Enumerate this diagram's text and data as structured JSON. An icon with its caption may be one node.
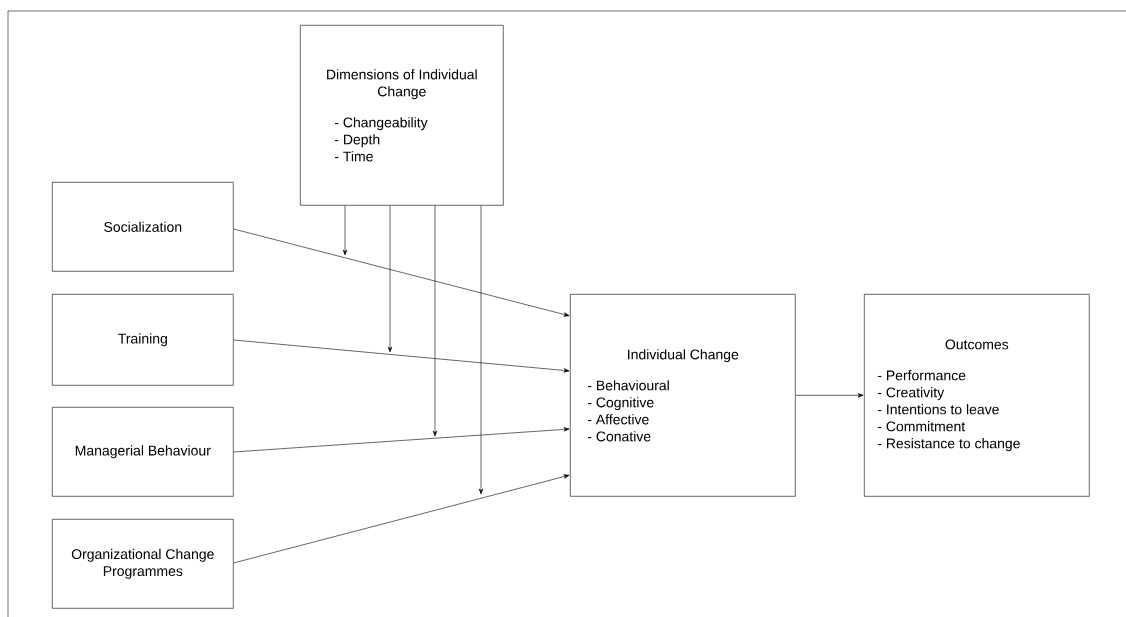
{
  "diagram": {
    "nodes": [
      {
        "text": [
          "Dimensions of Individual Change",
          "- Changeability",
          "- Depth",
          "- Time"
        ]
      },
      {
        "text": [
          "Socialization"
        ]
      },
      {
        "text": [
          "Training"
        ]
      },
      {
        "text": [
          "Managerial Behaviour"
        ]
      },
      {
        "text": [
          "Organizational Change Programmes"
        ]
      },
      {
        "text": [
          "Individual Change",
          "- Behavioural",
          "- Cognitive",
          "- Affective",
          "- Conative"
        ]
      },
      {
        "text": [
          "Outcomes",
          "- Performance",
          "- Creativity",
          "- Intentions to leave",
          "- Commitment",
          "- Resistance to change"
        ]
      }
    ],
    "edges": [
      {
        "from": 1,
        "to": 5,
        "arrow": "to"
      },
      {
        "from": 2,
        "to": 5,
        "arrow": "to"
      },
      {
        "from": 3,
        "to": 5,
        "arrow": "to"
      },
      {
        "from": 4,
        "to": 5,
        "arrow": "to"
      },
      {
        "from": 5,
        "to": 6,
        "arrow": "to"
      },
      {
        "from": 0,
        "to": null,
        "arrow": "to"
      },
      {
        "from": 0,
        "to": null,
        "arrow": "to"
      },
      {
        "from": 0,
        "to": null,
        "arrow": "to"
      },
      {
        "from": 0,
        "to": null,
        "arrow": "to"
      }
    ]
  }
}
